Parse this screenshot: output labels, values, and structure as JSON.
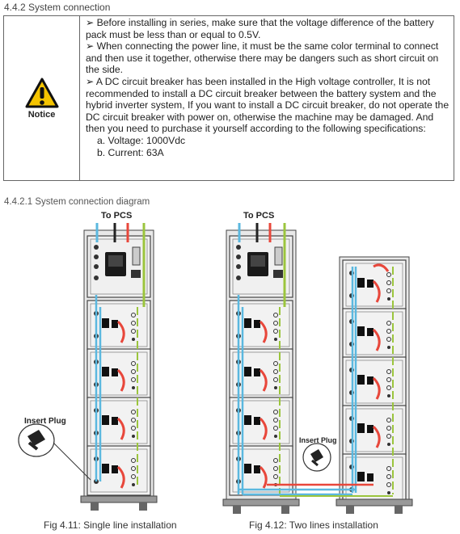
{
  "section": {
    "title": "4.4.2 System connection"
  },
  "notice": {
    "label": "Notice",
    "bullets": [
      "➢ Before installing in series, make sure that the voltage difference of the battery pack must be less than or equal to 0.5V.",
      "➢ When connecting the power line, it must be the same color terminal to connect and then use it together, otherwise there may be dangers such as short circuit on the side.",
      "➢ A DC circuit breaker has been installed in the High voltage controller, It is not recommended to install a DC circuit breaker between the battery system and the hybrid inverter system, If you want to install a DC circuit breaker, do not operate the DC circuit breaker with power on, otherwise the machine may be damaged. And then you need to purchase it yourself according to the following specifications:"
    ],
    "specs": [
      "a. Voltage: 1000Vdc",
      "b. Current: 63A"
    ]
  },
  "diagram_section": {
    "title": "4.4.2.1 System connection diagram"
  },
  "figures": {
    "fig1": {
      "to_label": "To PCS",
      "plug_label": "Insert Plug",
      "caption": "Fig 4.11: Single line installation"
    },
    "fig2": {
      "to_label": "To PCS",
      "plug_label": "Insert Plug",
      "caption": "Fig 4.12: Two lines installation"
    }
  },
  "colors": {
    "cable_blue": "#5bb8df",
    "cable_red": "#e8473b",
    "cable_green": "#9bc53d",
    "cable_black": "#222222",
    "warning_yellow": "#f5c400"
  }
}
